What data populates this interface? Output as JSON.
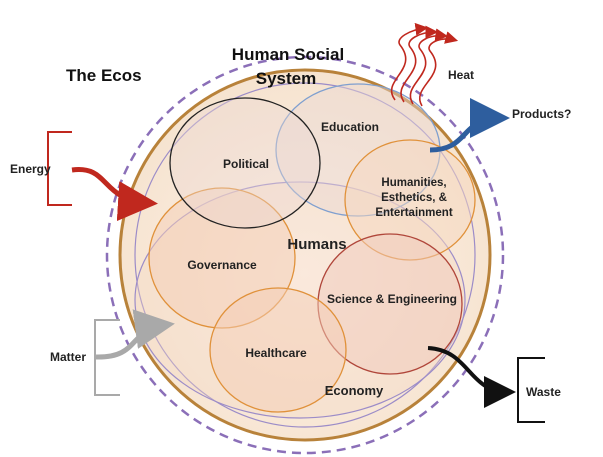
{
  "diagram": {
    "ecos_label": "The Ecos",
    "system_title": "Human Social System",
    "system_title_line1": "Human Social",
    "system_title_line2": "System",
    "center_label": "Humans",
    "economy_label": "Economy",
    "subsystems": {
      "education": "Education",
      "political": "Political",
      "humanities_line1": "Humanities,",
      "humanities_line2": "Esthetics, &",
      "humanities_line3": "Entertainment",
      "governance": "Governance",
      "science": "Science & Engineering",
      "healthcare": "Healthcare"
    },
    "inputs": {
      "energy": "Energy",
      "matter": "Matter"
    },
    "outputs": {
      "heat": "Heat",
      "products": "Products?",
      "waste": "Waste"
    },
    "colors": {
      "outer_dashed": "#8b6fb8",
      "system_ring": "#b8823a",
      "energy_arrow": "#c0281e",
      "heat_arrow": "#c0281e",
      "products_arrow": "#2e5e9e",
      "matter_arrow": "#a9a9a9",
      "waste_arrow": "#111111",
      "political_ring": "#222222",
      "education_ring": "#7f9fcf",
      "subsystem_ring": "#e0913a",
      "science_ring": "#b0463a"
    }
  }
}
